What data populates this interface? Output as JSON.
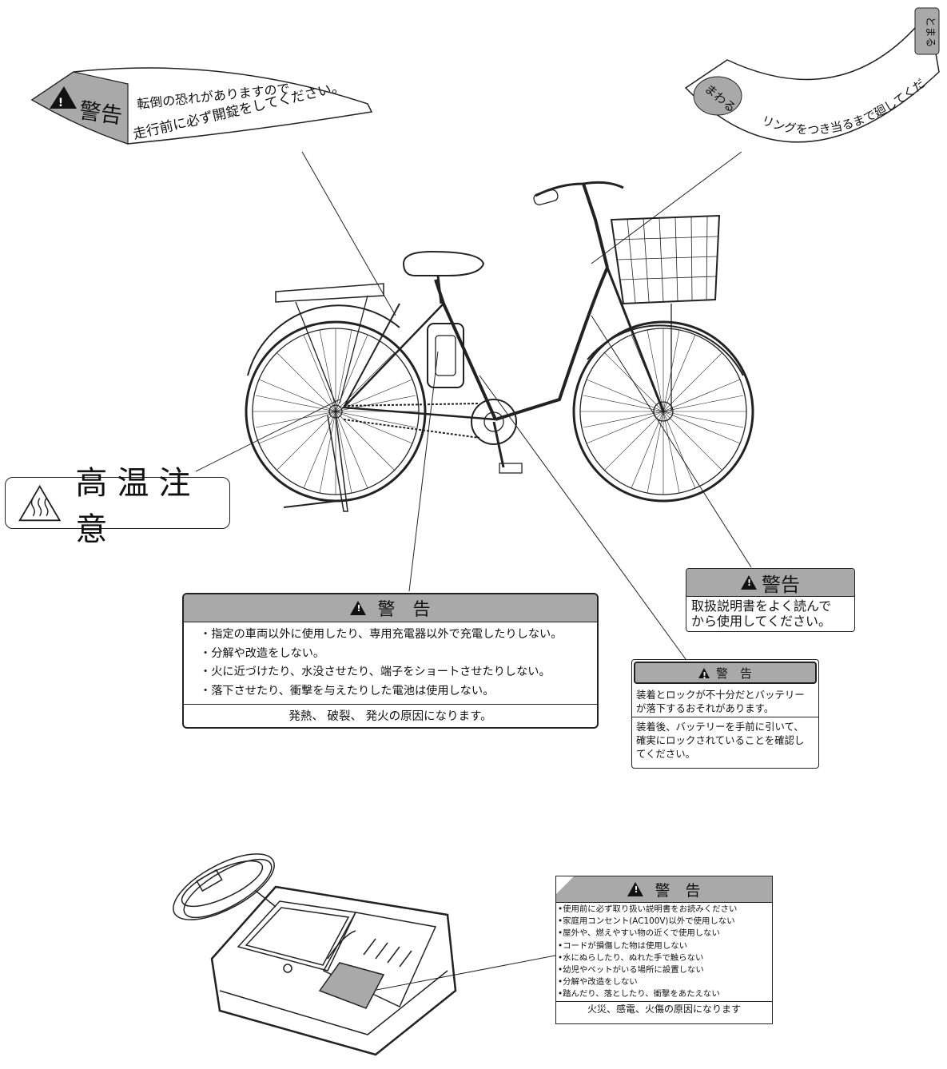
{
  "stickers": {
    "tip_warning": {
      "title": "警告",
      "line1": "転倒の恐れがありますので",
      "line2": "走行前に必ず開錠をしてください。"
    },
    "ring": {
      "badge": "まわる",
      "text": "リングをつき当るまで廻してください",
      "tag": "とまる"
    },
    "heat": {
      "text": "高温注意"
    },
    "battery_main": {
      "title": "警　告",
      "items": [
        "・指定の車両以外に使用したり、専用充電器以外で充電したりしない。",
        "・分解や改造をしない。",
        "・火に近づけたり、水没させたり、端子をショートさせたりしない。",
        "・落下させたり、衝撃を与えたりした電池は使用しない。"
      ],
      "footer": "発熱、 破裂、 発火の原因になります。"
    },
    "manual": {
      "title": "警告",
      "line1": "取扱説明書をよく読んで",
      "line2": "から使用してください。"
    },
    "lock": {
      "title": "警　告",
      "part1_line1": "装着とロックが不十分だとバッテリー",
      "part1_line2": "が落下するおそれがあります。",
      "part2_line1": "装着後、バッテリーを手前に引いて、",
      "part2_line2": "確実にロックされていることを確認し",
      "part2_line3": "てください。"
    },
    "charger": {
      "title": "警　告",
      "items": [
        "•使用前に必ず取り扱い説明書をお読みください",
        "•家庭用コンセント(AC100V)以外で使用しない",
        "•屋外や、燃えやすい物の近くで使用しない",
        "•コードが損傷した物は使用しない",
        "•水にぬらしたり、ぬれた手で触らない",
        "•幼児やペットがいる場所に設置しない",
        "•分解や改造をしない",
        "•踏んだり、落としたり、衝撃をあたえない"
      ],
      "footer": "火災、感電、火傷の原因になります"
    }
  },
  "colors": {
    "label_gray": "#a9a9a9",
    "ink": "#111111"
  }
}
